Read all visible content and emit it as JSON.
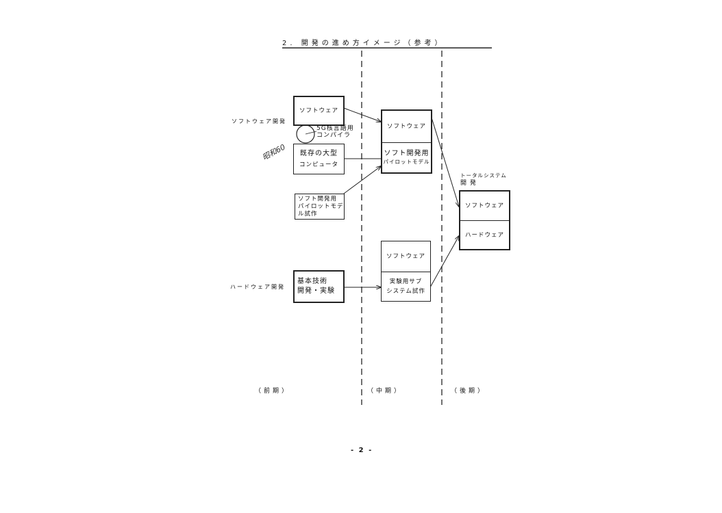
{
  "title": "2. 開発の進め方イメージ（参考）",
  "left": {
    "software_dev_label": "ソフトウェア開発",
    "hardware_dev_label": "ハードウェア開発",
    "software_box": "ソフトウェア",
    "compiler_label_1": "5G核言語用",
    "compiler_label_2": "コンパイラ",
    "existing_computer_1": "既存の大型",
    "existing_computer_2": "コンピュータ",
    "handwritten_note": "昭和60",
    "pilot_model_1": "ソフト開発用",
    "pilot_model_2": "パイロットモデ",
    "pilot_model_3": "ル試作",
    "basic_tech_1": "基本技術",
    "basic_tech_2": "開発・実験"
  },
  "middle": {
    "software_top": "ソフトウェア",
    "pilot_1": "ソフト開発用",
    "pilot_2": "パイロットモデル",
    "software_bottom": "ソフトウェア",
    "subsystem_1": "実験用サブ",
    "subsystem_2": "システム試作"
  },
  "right": {
    "total_label_1": "トータルシステム",
    "total_label_2": "開 発",
    "software": "ソフトウェア",
    "hardware": "ハードウェア"
  },
  "phases": {
    "early": "（前期）",
    "mid": "（中期）",
    "late": "（後期）"
  },
  "page_number": "- 2 -"
}
